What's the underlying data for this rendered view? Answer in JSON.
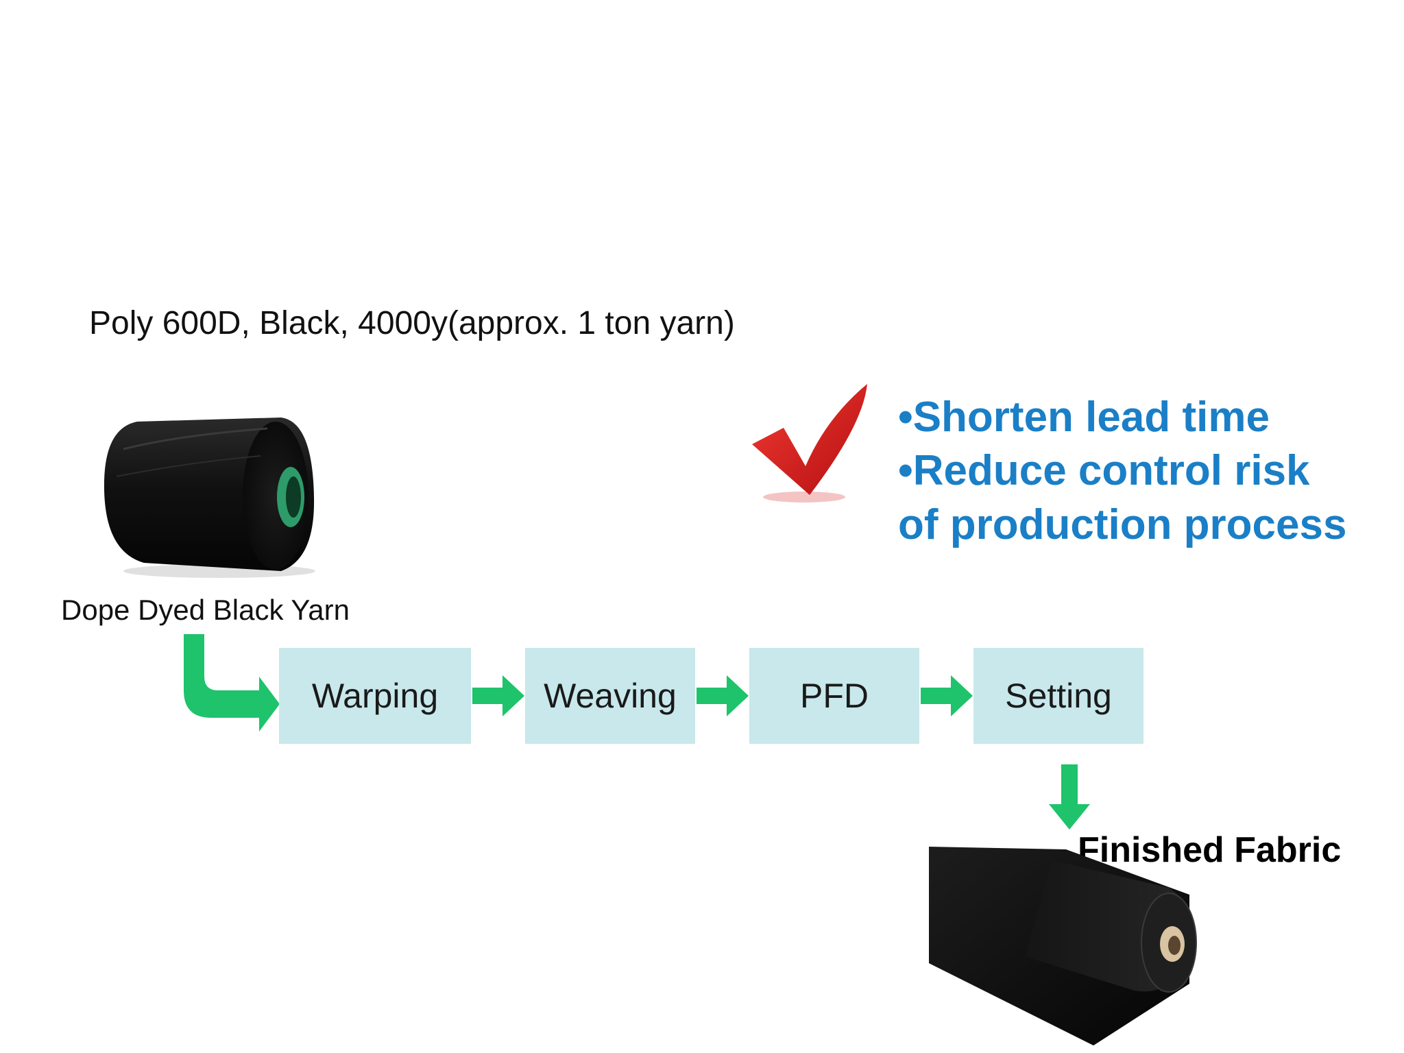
{
  "spec_text": "Poly 600D, Black, 4000y(approx. 1 ton yarn)",
  "yarn_label": "Dope Dyed Black Yarn",
  "process_steps": [
    "Warping",
    "Weaving",
    "PFD",
    "Setting"
  ],
  "benefits": [
    "•Shorten lead time",
    "•Reduce control risk",
    "of production process"
  ],
  "finished_label": "Finished Fabric",
  "colors": {
    "arrow": "#1ec36b",
    "step_box": "#c8e8eb",
    "benefit_text": "#1a7fc6",
    "checkmark": "#e0201f"
  },
  "icons": {
    "yarn": "yarn-cone-image",
    "check": "red-checkmark-icon",
    "fabric": "fabric-roll-image"
  }
}
